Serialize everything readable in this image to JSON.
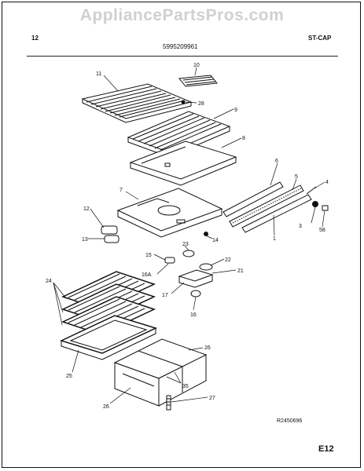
{
  "watermark": "AppliancePartsPros.com",
  "header": {
    "left": "12",
    "center": "5995209961",
    "right": "ST-CAP"
  },
  "footer": {
    "ref_code": "R2450696",
    "page": "E12"
  },
  "callouts": {
    "c1": "1",
    "c3": "3",
    "c4": "4",
    "c5": "5",
    "c6": "6",
    "c7": "7",
    "c8": "8",
    "c9": "9",
    "c10": "10",
    "c11": "11",
    "c12": "12",
    "c13": "13",
    "c14": "14",
    "c15": "15",
    "c16": "16",
    "c16a": "16A",
    "c17": "17",
    "c21": "21",
    "c22": "22",
    "c23": "23",
    "c24": "24",
    "c25": "25",
    "c26a": "26",
    "c26b": "26",
    "c27": "27",
    "c28": "28",
    "c35": "35",
    "c58": "58"
  }
}
